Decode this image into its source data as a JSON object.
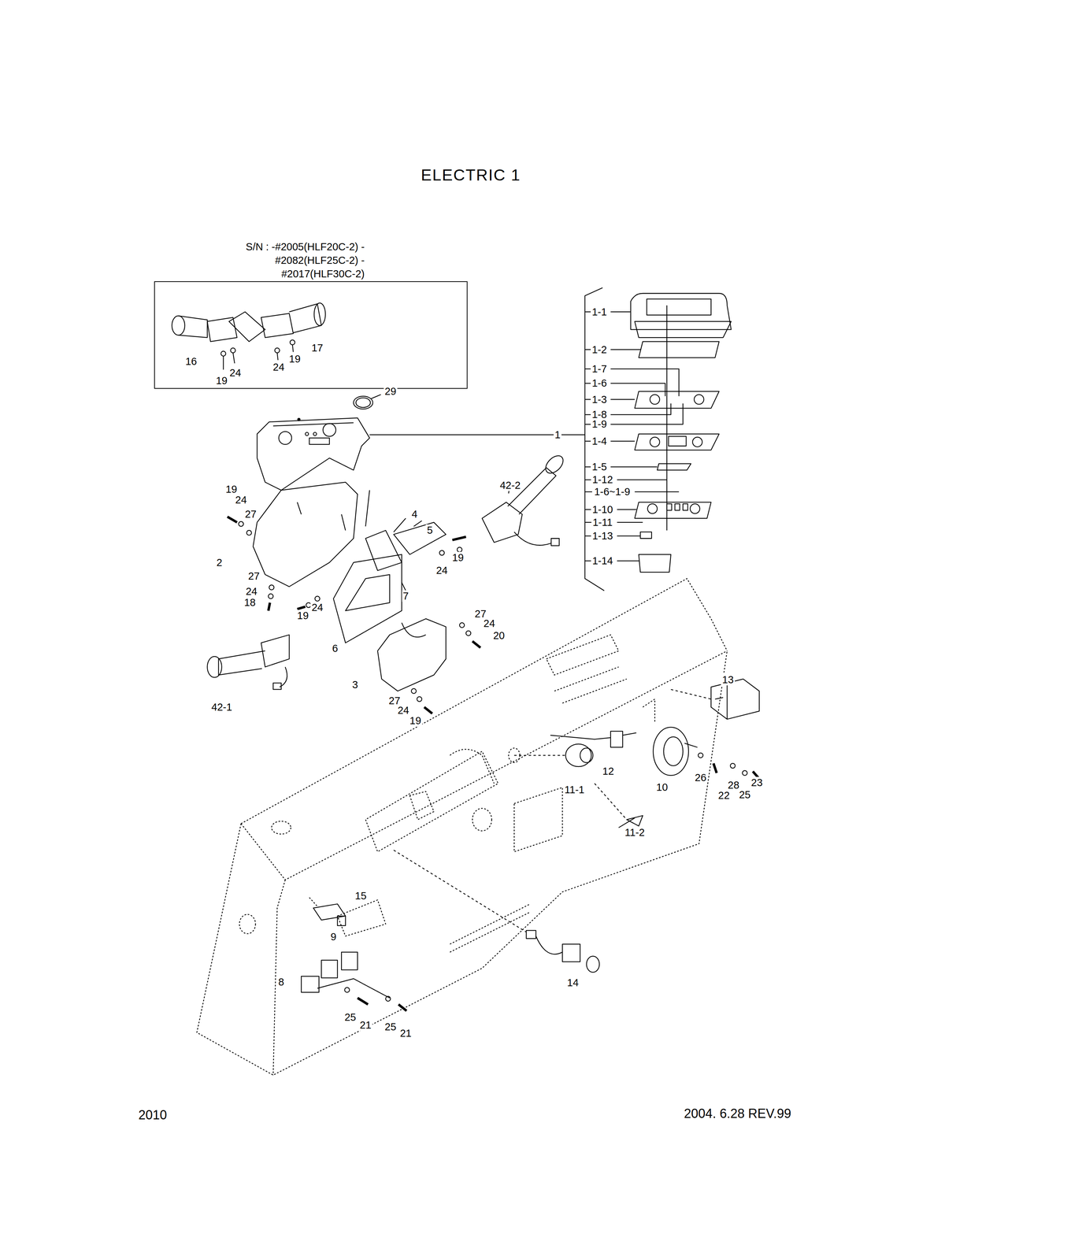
{
  "diagram": {
    "title": "ELECTRIC 1",
    "nodes": [
      {
        "text": [
          "S/N : -#2005(HLF20C-2) -#2082(HLF25C-2) -#2017(HLF30C-2)",
          "16",
          "19",
          "24",
          "24",
          "19",
          "17"
        ]
      }
    ],
    "labels": [
      "29",
      "1-1",
      "1-2",
      "1-7",
      "1-6",
      "1-3",
      "1-8",
      "1-9",
      "1",
      "1-4",
      "1-5",
      "1-12",
      "1-6~1-9",
      "1-10",
      "1-11",
      "1-13",
      "1-14",
      "42-2",
      "19",
      "24",
      "27",
      "4",
      "5",
      "2",
      "19",
      "24",
      "27",
      "24",
      "18",
      "24",
      "7",
      "19",
      "27",
      "24",
      "20",
      "6",
      "3",
      "42-1",
      "27",
      "24",
      "19",
      "13",
      "12",
      "10",
      "26",
      "28",
      "25",
      "23",
      "22",
      "11-1",
      "11-2",
      "15",
      "9",
      "8",
      "25",
      "21",
      "25",
      "21",
      "14",
      "2010",
      "2004. 6.28 REV.99"
    ]
  }
}
